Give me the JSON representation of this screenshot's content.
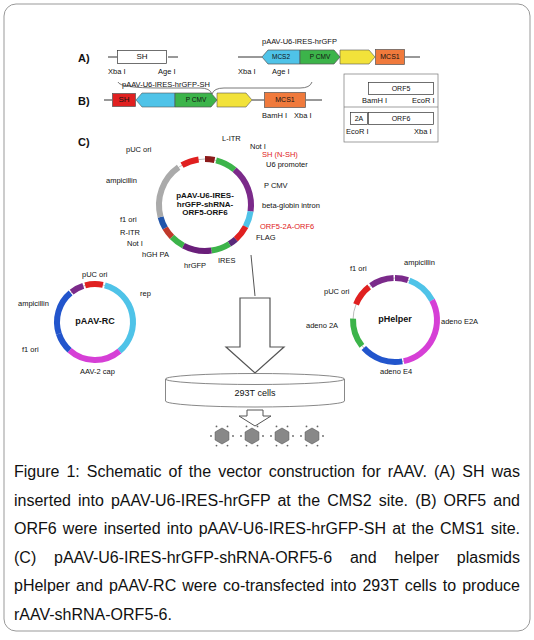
{
  "diagram": {
    "caption": "Figure 1: Schematic of the vector construction for rAAV. (A) SH was inserted into pAAV-U6-IRES-hrGFP at the CMS2 site. (B) ORF5 and ORF6 were inserted into pAAV-U6-IRES-hrGFP-SH at the CMS1 site. (C) pAAV-U6-IRES-hrGFP-shRNA-ORF5-6 and helper plasmids pHelper and pAAV-RC were co-transfected into 293T cells to produce rAAV-shRNA-ORF5-6.",
    "nodes": [
      {
        "text": [
          "SH"
        ]
      },
      {
        "text": [
          "MCS2"
        ]
      },
      {
        "text": [
          "P CMV"
        ]
      },
      {
        "text": [
          "MCS1"
        ]
      },
      {
        "text": [
          "SH"
        ]
      },
      {
        "text": [
          "P CMV"
        ]
      },
      {
        "text": [
          "MCS1"
        ]
      },
      {
        "text": [
          "ORF5"
        ]
      },
      {
        "text": [
          "2A"
        ]
      },
      {
        "text": [
          "ORF6"
        ]
      },
      {
        "text": [
          "pAAV-U6-IRES-hrGFP-shRNA-ORF5-ORF6"
        ]
      },
      {
        "text": [
          "pAAV-RC"
        ]
      },
      {
        "text": [
          "pHelper"
        ]
      },
      {
        "text": [
          "293T cells"
        ]
      }
    ],
    "edges": [
      {
        "from": 10,
        "to": 13,
        "arrow": "to"
      }
    ],
    "labels": [
      "A)",
      "Xba I",
      "Age I",
      "pAAV-U6-IRES-hrGFP",
      "Xba I",
      "Age I",
      "B)",
      "pAAV-U6-IRES-hrGFP-SH",
      "BamH I",
      "Xba I",
      "BamH I",
      "EcoR I",
      "EcoR I",
      "Xba I",
      "C)",
      "L-ITR",
      "Not I",
      "SH (N-SH)",
      "U6 promoter",
      "P CMV",
      "beta-globin intron",
      "ORF5-2A-ORF6",
      "FLAG",
      "IRES",
      "hrGFP",
      "hGH PA",
      "Not I",
      "R-ITR",
      "f1 ori",
      "ampicillin",
      "pUC ori",
      "pUC ori",
      "rep",
      "ampicillin",
      "f1 ori",
      "AAV-2 cap",
      "f1 ori",
      "ampicillin",
      "pUC ori",
      "adeno 2A",
      "adeno E2A",
      "adeno E4"
    ]
  }
}
